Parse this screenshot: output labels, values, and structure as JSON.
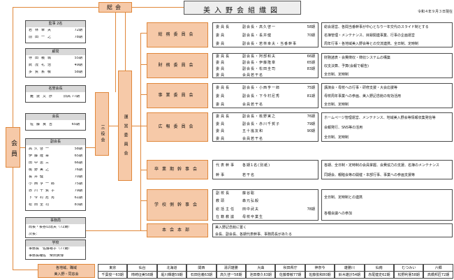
{
  "page_title": "美入野会組織図",
  "date": "令和４年９月３日現在",
  "general_meeting": "総会",
  "members": "会員",
  "sanyakukai": "三役会",
  "unei": "運営委員会",
  "kansa": {
    "title": "監事 2名",
    "rows": [
      {
        "name": "若林幸夫",
        "term": "72期"
      },
      {
        "name": "前田一之",
        "term": "78期"
      }
    ]
  },
  "komon": {
    "title": "顧問",
    "rows": [
      {
        "name": "寺田義城",
        "term": "55期"
      },
      {
        "name": "武茂礼治",
        "term": "49期"
      },
      {
        "name": "多賀糸敏",
        "term": "58期"
      }
    ]
  },
  "meiyo": {
    "title": "名誉会長",
    "rows": [
      {
        "name": "難波文彦",
        "term": "旧高 77期"
      }
    ]
  },
  "kaicho": {
    "title": "会長",
    "rows": [
      {
        "name": "佐藤良吉",
        "term": "65期"
      }
    ]
  },
  "fukukaicho": {
    "title": "副会長",
    "rows": [
      {
        "name": "高久啓一",
        "term": "58期"
      },
      {
        "name": "伊藤隆章",
        "term": "65期"
      },
      {
        "name": "田中恵三",
        "term": "66期"
      },
      {
        "name": "桃野実之",
        "term": "76期"
      },
      {
        "name": "長井健",
        "term": "70期"
      },
      {
        "name": "小西亨一郎",
        "term": "75期"
      },
      {
        "name": "赤川千賀子",
        "term": "79期"
      },
      {
        "name": "下今村尼秀",
        "term": "61期"
      },
      {
        "name": "松田圭司",
        "term": "83期"
      }
    ]
  },
  "jimukyoku": {
    "title": "事務局",
    "rows": [
      {
        "text": "局長・長谷山達夫（72期）"
      },
      {
        "text": "次長："
      }
    ]
  },
  "gakko": {
    "title": "学校",
    "rows": [
      {
        "text": "事務長　佐藤裕子（77期）"
      },
      {
        "text": "事務長補佐　柴田貴博"
      }
    ]
  },
  "committees": [
    {
      "name": "総務委員会",
      "rows": [
        {
          "role": "委員長",
          "vice": "副会長・高久啓一",
          "term": "58期"
        },
        {
          "role": "委員",
          "vice": "副会長・長井健",
          "term": "70期"
        },
        {
          "role": "委員",
          "vice": "副会長・若林幸夫・当番幹事",
          "term": ""
        }
      ],
      "desc": [
        "総会運営、各間当番幹事が中心となり一年交代のスライド制とする",
        "名簿管理・メンテナンス、目録関連事業、行事の企画運営",
        "周年行事・各地域美入野会等との交流連携、全日制、定時制"
      ]
    },
    {
      "name": "財務委員会",
      "rows": [
        {
          "role": "委員長",
          "vice": "副会長・阿部和夫",
          "term": "66期"
        },
        {
          "role": "委員",
          "vice": "副会長・伊藤隆章",
          "term": "65期"
        },
        {
          "role": "委員",
          "vice": "副会長・松田圭司",
          "term": "83期"
        },
        {
          "role": "委員",
          "vice": "会員若干名",
          "term": ""
        }
      ],
      "desc": [
        "財務諸表・会費徴収・徴収システムの構築",
        "収支決算、予算(会報で報告)",
        "全日制、定時制"
      ]
    },
    {
      "name": "事業委員会",
      "rows": [
        {
          "role": "委員長",
          "vice": "副会長・小西亨一郎",
          "term": "75期"
        },
        {
          "role": "委員",
          "vice": "副会長・下今村尼秀",
          "term": "81期"
        },
        {
          "role": "委員",
          "vice": "会員若干名",
          "term": ""
        }
      ],
      "desc": [
        "講演会・母校への行事・研修支援・大会応援等",
        "母校周年事業への参画、美入野記念館の有効活用",
        "全日制、定時制"
      ]
    },
    {
      "name": "広報委員会",
      "rows": [
        {
          "role": "委員長",
          "vice": "副会長・桃野実之",
          "term": "76期"
        },
        {
          "role": "委員",
          "vice": "副会長・赤川千賀子",
          "term": "79期"
        },
        {
          "role": "委員",
          "vice": "五十嵐友和",
          "term": "90期"
        },
        {
          "role": "委員",
          "vice": "会員若干名",
          "term": ""
        }
      ],
      "desc": [
        "ホームページ管理運営、メンテナンス、地域美入野会等情報収集発信等",
        "会報発行、SNS等の活用",
        "全日制、定時制"
      ]
    },
    {
      "name": "卒業期幹事会",
      "rows": [
        {
          "role": "代表幹事",
          "vice": "各期1名(別紙)",
          "term": ""
        },
        {
          "role": "幹事",
          "vice": "若干名",
          "term": ""
        }
      ],
      "desc": [
        "各期、全日制・定時制の会員掌握、会費協力の支援、名簿のメンテナンス",
        "同期会、親睦会等の開催・本部行事、事業への参画支援等"
      ]
    },
    {
      "name": "学校側幹事会",
      "rows": [
        {
          "role": "副校長",
          "vice": "藤谷聡",
          "term": ""
        },
        {
          "role": "教頭",
          "vice": "森元弘毅",
          "term": ""
        },
        {
          "role": "総括主任",
          "vice": "田中武夫",
          "term": "78期"
        },
        {
          "role": "在籍教諭",
          "vice": "母校卒業生",
          "term": ""
        }
      ],
      "desc": [
        "全日制、定時制との連携",
        "各種会議への参加"
      ]
    },
    {
      "name": "本会本部",
      "rows": [],
      "desc": [
        "美入野記念館に置く",
        "会長、副会長、各期代表幹事、事務局長があたる"
      ]
    }
  ],
  "regional_label": [
    "各地域、職域",
    "美入野・同窓会"
  ],
  "regions": [
    {
      "area": "東京",
      "head": "千葉俊一63期"
    },
    {
      "area": "仙台",
      "head": "柿崎征美58期"
    },
    {
      "area": "北海道",
      "head": "堀川輝雄59期"
    },
    {
      "area": "関西",
      "head": "石田信義63期"
    },
    {
      "area": "湯沢雄勝",
      "head": "高久啓一58期"
    },
    {
      "area": "大曲",
      "head": "池田泰久63期"
    },
    {
      "area": "秋田県庁",
      "head": "佐藤泰敏77期"
    },
    {
      "area": "神奈今",
      "head": "佐藤俊和80期"
    },
    {
      "area": "雄勝川",
      "head": "鈴木雄計54期"
    },
    {
      "area": "仙南",
      "head": "赤尾健史62期"
    },
    {
      "area": "むつみい",
      "head": "松野利憲58期"
    },
    {
      "area": "六郷",
      "head": "高橋邦匠72期"
    }
  ],
  "colors": {
    "accent": "#e0873a",
    "header_bg": "#d8d8d8",
    "salmon": "#f6c9a8"
  }
}
